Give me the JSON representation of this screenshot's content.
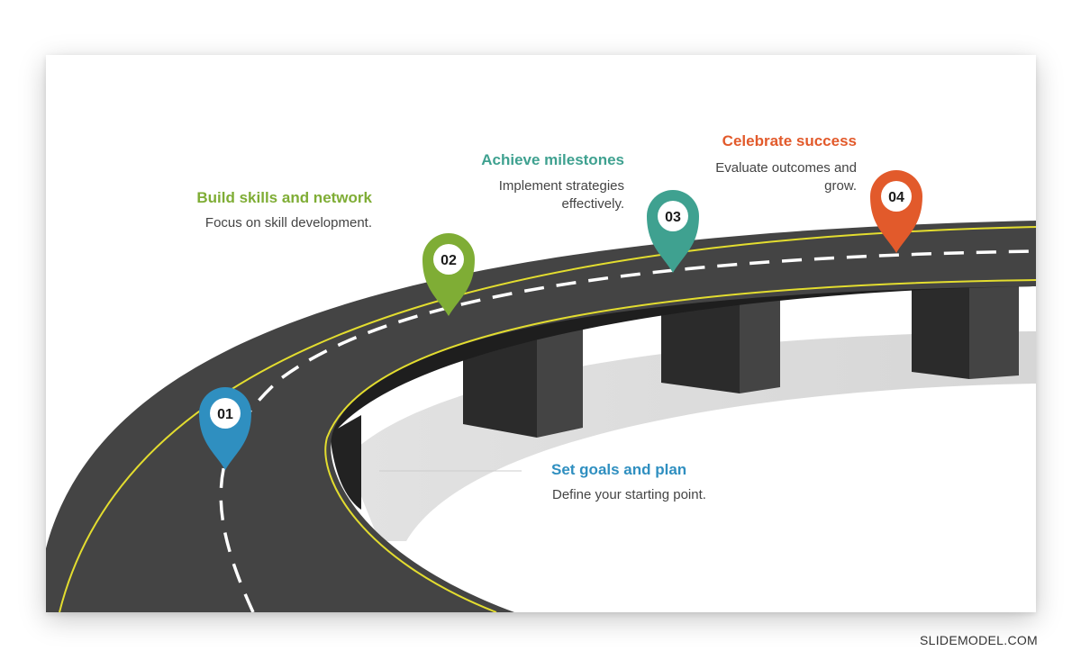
{
  "colors": {
    "blue": "#2f8fc0",
    "green": "#7fad35",
    "teal": "#3fa190",
    "orange": "#e25a2b",
    "road": "#3d3d3d",
    "road_edge": "#e3dd2f"
  },
  "milestones": [
    {
      "number": "01",
      "title": "Set goals and plan",
      "description": "Define your starting point.",
      "color": "#2f8fc0",
      "icon": "map-pin-icon"
    },
    {
      "number": "02",
      "title": "Build skills and network",
      "description": "Focus on skill development.",
      "color": "#7fad35",
      "icon": "map-pin-icon"
    },
    {
      "number": "03",
      "title": "Achieve milestones",
      "description": "Implement strategies effectively.",
      "color": "#3fa190",
      "icon": "map-pin-icon"
    },
    {
      "number": "04",
      "title": "Celebrate success",
      "description": "Evaluate outcomes and grow.",
      "color": "#e25a2b",
      "icon": "map-pin-icon"
    }
  ],
  "brand": "SLIDEMODEL.COM"
}
